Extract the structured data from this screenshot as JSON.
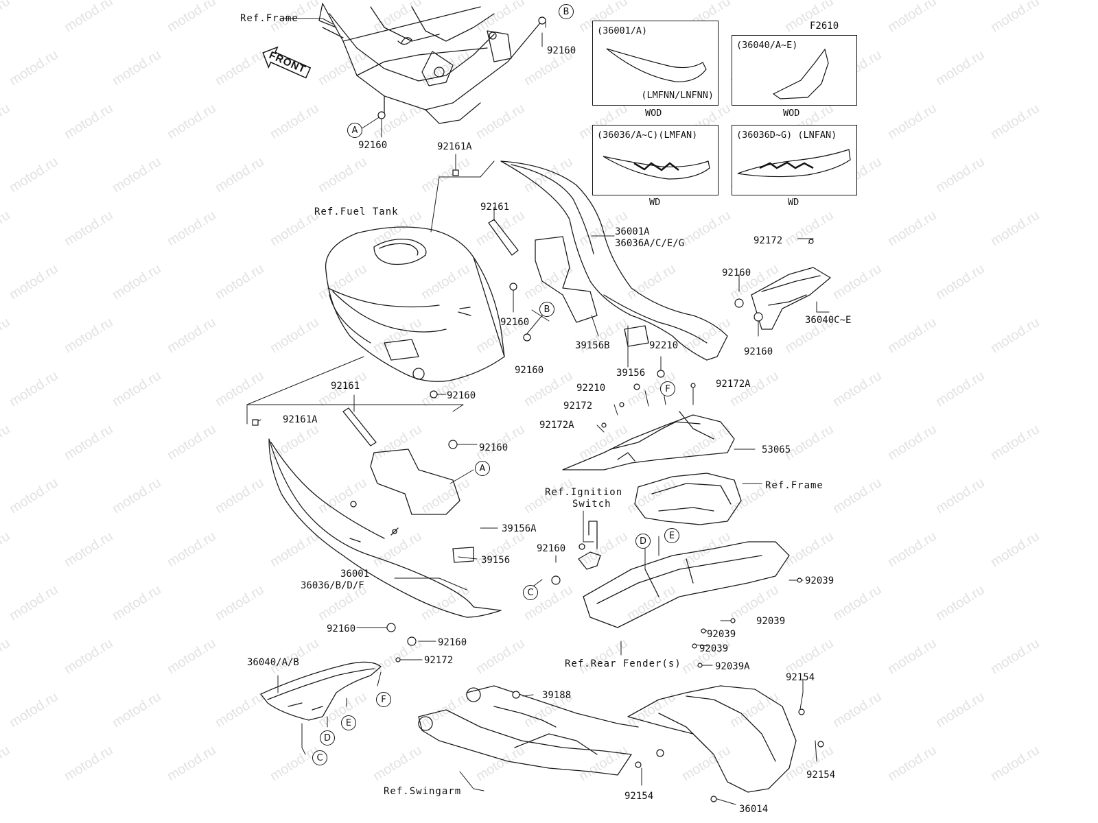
{
  "diagram_code": "F2610",
  "front_arrow": "FRONT",
  "watermark": "motod.ru",
  "insets": [
    {
      "header": "(36001/A)",
      "model": "(LMFNN/LNFNN)",
      "caption": "WOD"
    },
    {
      "header": "(36040/A~E)",
      "model": "",
      "caption": "WOD"
    },
    {
      "header": "(36036/A~C)(LMFAN)",
      "model": "",
      "caption": "WD"
    },
    {
      "header": "(36036D~G) (LNFAN)",
      "model": "",
      "caption": "WD"
    }
  ],
  "references": {
    "frame_top": "Ref.Frame",
    "fuel_tank": "Ref.Fuel Tank",
    "ignition_1": "Ref.Ignition",
    "ignition_2": "Switch",
    "frame_mid": "Ref.Frame",
    "rear_fender": "Ref.Rear Fender(s)",
    "swingarm": "Ref.Swingarm"
  },
  "part_labels": [
    "92160",
    "92160",
    "92161A",
    "92161",
    "36001A",
    "36036A/C/E/G",
    "92172",
    "92160",
    "36040C~E",
    "92160",
    "92160",
    "39156B",
    "92160",
    "92210",
    "39156",
    "92160",
    "92161",
    "92161A",
    "92210",
    "92172A",
    "92172",
    "92172A",
    "53065",
    "92160",
    "39156A",
    "92160",
    "39156",
    "36001",
    "36036/B/D/F",
    "92039",
    "92039",
    "92039",
    "92039",
    "92160",
    "92160",
    "36040/A/B",
    "92172",
    "92039A",
    "92154",
    "39188",
    "92154",
    "92154",
    "36014"
  ],
  "callouts": [
    "B",
    "A",
    "B",
    "A",
    "F",
    "D",
    "E",
    "C",
    "F",
    "E",
    "D",
    "C"
  ]
}
